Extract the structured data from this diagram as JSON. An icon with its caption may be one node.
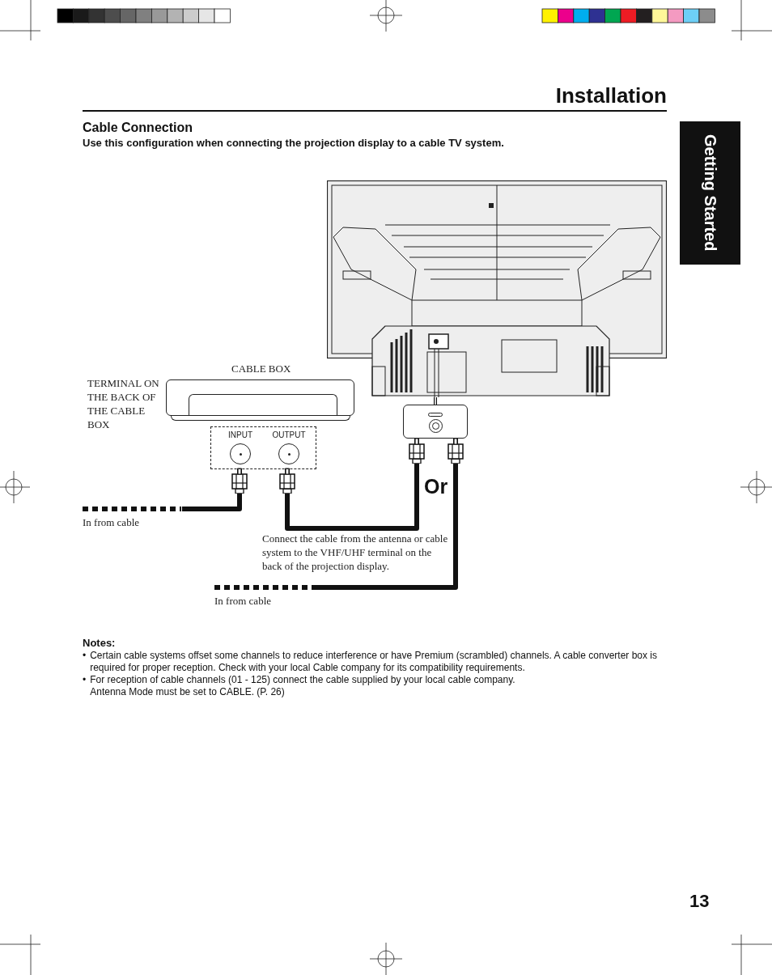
{
  "diagram": {
    "title": "Installation",
    "nodes": [
      {
        "text": [],
        "shape": "picture"
      },
      {
        "text": [],
        "shape": "box"
      },
      {
        "text": [
          "CABLE BOX"
        ]
      },
      {
        "text": [],
        "shape": "box"
      },
      {
        "text": [
          "INPUT"
        ],
        "in": 3
      },
      {
        "text": [
          "OUTPUT"
        ],
        "in": 3
      },
      {
        "text": [
          "In from cable"
        ]
      },
      {
        "text": [
          "In from cable"
        ]
      }
    ],
    "edges": [
      {
        "from": 0,
        "to": 1,
        "arrow": "none"
      },
      {
        "from": 6,
        "to": 4,
        "arrow": "other"
      },
      {
        "from": 5,
        "to": 1,
        "arrow": "other"
      },
      {
        "from": 7,
        "to": 1,
        "arrow": "other"
      }
    ],
    "labels": [
      "TERMINAL ON THE BACK OF THE CABLE BOX",
      "Getting Started",
      "Cable Connection",
      "Use this configuration when connecting the projection display to a cable TV system.",
      "Or",
      "Connect the cable from the antenna or cable system to the VHF/UHF terminal on the back of the projection display.",
      "Notes:",
      "•",
      "Certain cable systems offset some channels to reduce interference or have Premium (scrambled) channels. A cable converter box is required for proper reception. Check with your local Cable company for its compatibility requirements.",
      "•",
      "For reception of cable channels (01 - 125) connect the cable supplied by your local cable company. Antenna Mode must be set to CABLE. (P. 26)",
      "13"
    ]
  }
}
